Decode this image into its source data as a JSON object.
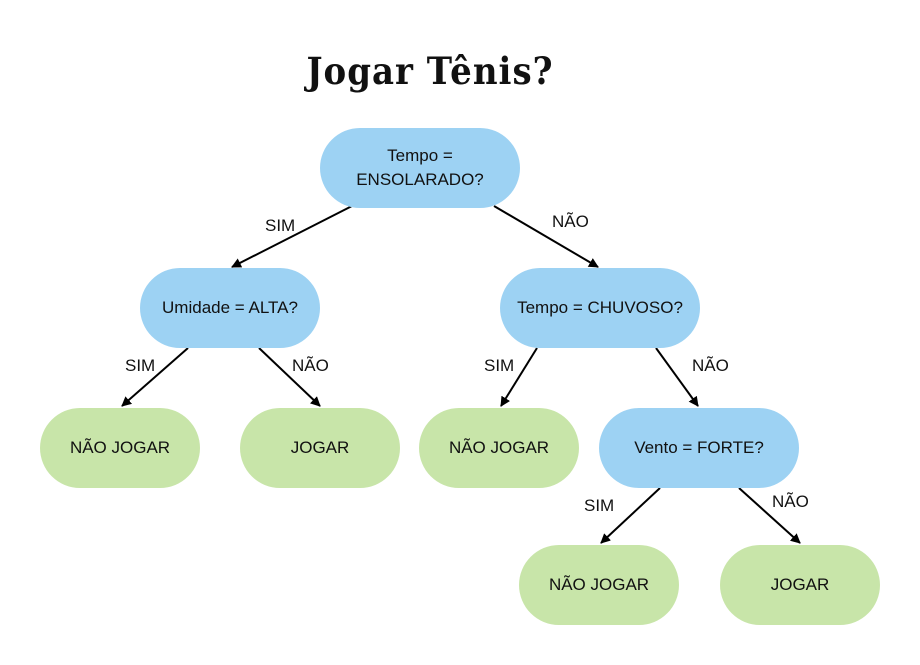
{
  "title": "Jogar Tênis?",
  "colors": {
    "decision": "#9dd2f3",
    "leaf": "#c8e5a9",
    "edge": "#000000"
  },
  "nodes": {
    "root": "Tempo =\nENSOLARADO?",
    "umidade": "Umidade = ALTA?",
    "chuvoso": "Tempo = CHUVOSO?",
    "leaf_umid_sim": "NÃO JOGAR",
    "leaf_umid_nao": "JOGAR",
    "leaf_chuv_sim": "NÃO JOGAR",
    "vento": "Vento = FORTE?",
    "leaf_vento_sim": "NÃO JOGAR",
    "leaf_vento_nao": "JOGAR"
  },
  "edge_labels": {
    "root_sim": "SIM",
    "root_nao": "NÃO",
    "umid_sim": "SIM",
    "umid_nao": "NÃO",
    "chuv_sim": "SIM",
    "chuv_nao": "NÃO",
    "vento_sim": "SIM",
    "vento_nao": "NÃO"
  }
}
